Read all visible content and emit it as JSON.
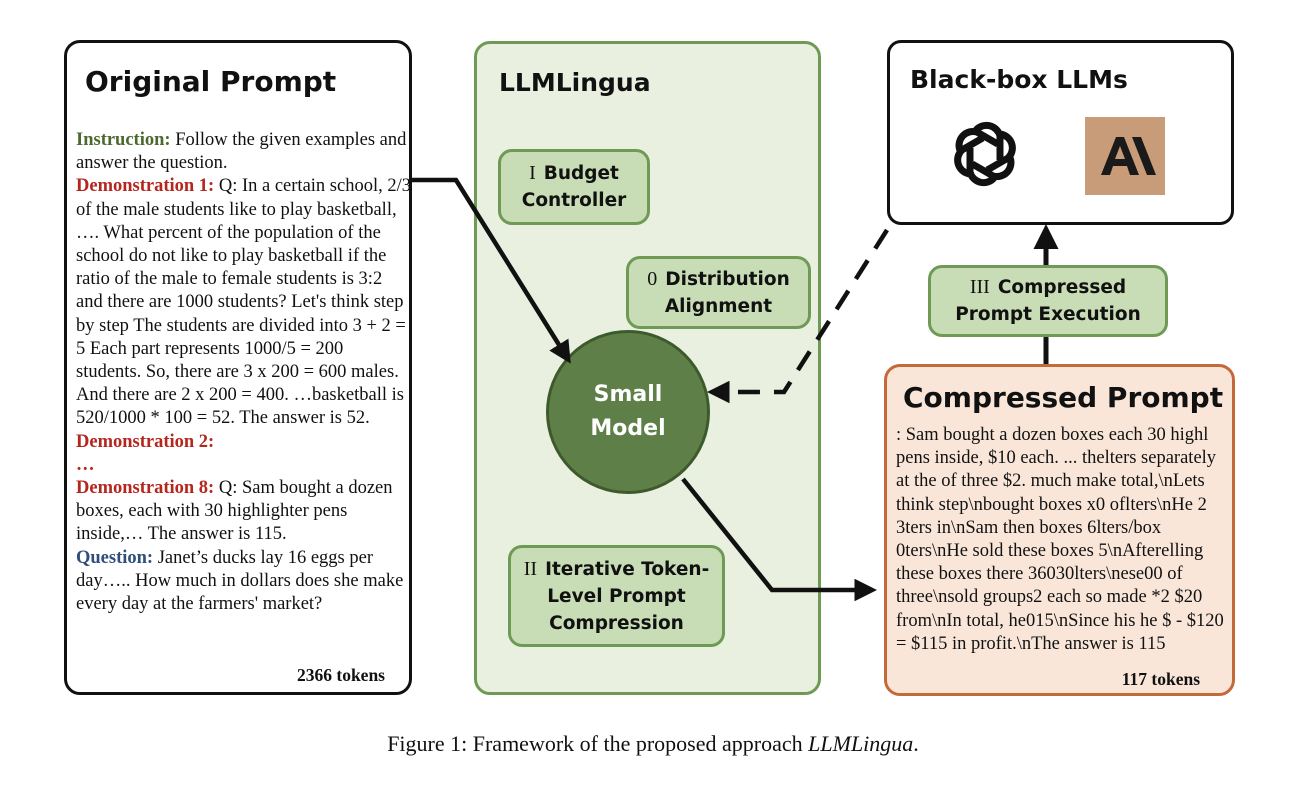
{
  "original_prompt": {
    "title": "Original Prompt",
    "instruction_label": "Instruction:",
    "instruction_text": " Follow the given examples and answer the question.",
    "demo1_label": "Demonstration 1:",
    "demo1_text": " Q: In a certain school, 2/3 of the male students like to play basketball, …. What percent of the population of the school do not like to play basketball if the ratio of the male to female students is 3:2 and there are 1000 students? Let's think step by step The students are divided into 3 + 2 = 5 Each part represents 1000/5 = 200 students. So, there are 3 x 200 = 600 males. And there are 2 x 200 = 400. …basketball is 520/1000 * 100 = 52. The answer is 52.",
    "demo2_label": "Demonstration 2:",
    "ellipsis": "…",
    "demo8_label": "Demonstration 8:",
    "demo8_text": " Q: Sam bought a dozen boxes, each with 30 highlighter pens inside,… The answer is 115.",
    "question_label": "Question:",
    "question_text": " Janet’s ducks lay 16 eggs per day….. How much in dollars does she make every day at the farmers' market?",
    "tokens": "2366 tokens"
  },
  "llmlingua": {
    "title": "LLMLingua",
    "budget": {
      "num": "I",
      "text": "Budget Controller"
    },
    "distribution": {
      "num": "0",
      "text": "Distribution Alignment"
    },
    "iterative": {
      "num": "II",
      "text": "Iterative Token-Level Prompt Compression"
    },
    "small_model": "Small Model"
  },
  "blackbox": {
    "title": "Black-box LLMs",
    "icons": [
      "openai-logo",
      "anthropic-logo"
    ]
  },
  "execution": {
    "num": "III",
    "text": "Compressed Prompt Execution"
  },
  "compressed_prompt": {
    "title": "Compressed Prompt",
    "text": ": Sam bought a dozen boxes each 30 highl pens inside, $10 each. ... thelters separately at the of three $2. much make total,\\nLets think step\\nbought boxes x0 oflters\\nHe 2 3ters in\\nSam then boxes 6lters/box 0ters\\nHe sold these boxes 5\\nAfterelling these boxes there 36030lters\\nese00 of three\\nsold groups2 each so made *2 $20 from\\nIn total, he015\\nSince his he $ - $120 = $115 in profit.\\nThe answer is 115",
    "tokens": "117 tokens"
  },
  "caption": {
    "prefix": "Figure 1: Framework of the proposed approach ",
    "name": "LLMLingua",
    "suffix": "."
  },
  "colors": {
    "green_border": "#6e9a56",
    "green_fill": "#c8ddb5",
    "lingua_bg": "#e9f0e0",
    "small_model": "#5e8048",
    "compressed_border": "#c46a3a",
    "compressed_bg": "#f9e6d9",
    "anthropic": "#c89c78"
  }
}
